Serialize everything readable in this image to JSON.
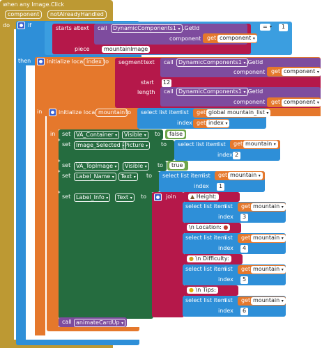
{
  "event": {
    "title": "when any Image.Click",
    "param_component": "component",
    "param_not_handled": "notAlreadyHandled",
    "do": "do"
  },
  "if_block": {
    "if": "if",
    "then": "then"
  },
  "compare": {
    "starts_at": "starts at",
    "text": "text",
    "piece": "piece",
    "operator": "=",
    "value": "1",
    "piece_text": "mountainImage"
  },
  "call": "call",
  "get": "get",
  "dc_getid": "DynamicComponents1",
  "getid_label": ".GetId",
  "component_label": "component",
  "var_component": "component",
  "init_local": "initialize local",
  "to": "to",
  "in": "in",
  "index_var": "index",
  "segment": {
    "label": "segment",
    "text": "text",
    "start": "start",
    "start_value": "12",
    "length": "length"
  },
  "mountain_var": "mountain",
  "select_list": {
    "label": "select list item",
    "list": "list",
    "index": "index"
  },
  "global_list": "global mountain_list",
  "set": "set",
  "rows": [
    {
      "component": "VA_Container",
      "property": "Visible",
      "value": "false"
    },
    {
      "component": "Image_Selected",
      "property": "Picture",
      "index_value": "2"
    },
    {
      "component": "VA_TopImage",
      "property": "Visible",
      "value": "true"
    },
    {
      "component": "Label_Name",
      "property": "Text",
      "index_value": "1"
    },
    {
      "component": "Label_Info",
      "property": "Text"
    }
  ],
  "join": {
    "label": "join",
    "height": "Height:",
    "location": "\\n Location:",
    "difficulty": "\\n Difficulty:",
    "tips": "\\n Tips:",
    "idx3": "3",
    "idx4": "4",
    "idx5": "5",
    "idx6": "6"
  },
  "final_call": "animateCardUp",
  "icons": [
    "gear-icon",
    "dropdown-arrow-icon",
    "mountain-emoji-icon",
    "pin-emoji-icon",
    "sweat-emoji-icon",
    "lightbulb-emoji-icon"
  ],
  "colors": {
    "event": "#bd9933",
    "control": "#2e8fd8",
    "variable": "#e5782c",
    "procedure": "#7e4c9e",
    "text": "#b5184a",
    "component_set": "#256c3f",
    "list": "#2e8fd8"
  }
}
